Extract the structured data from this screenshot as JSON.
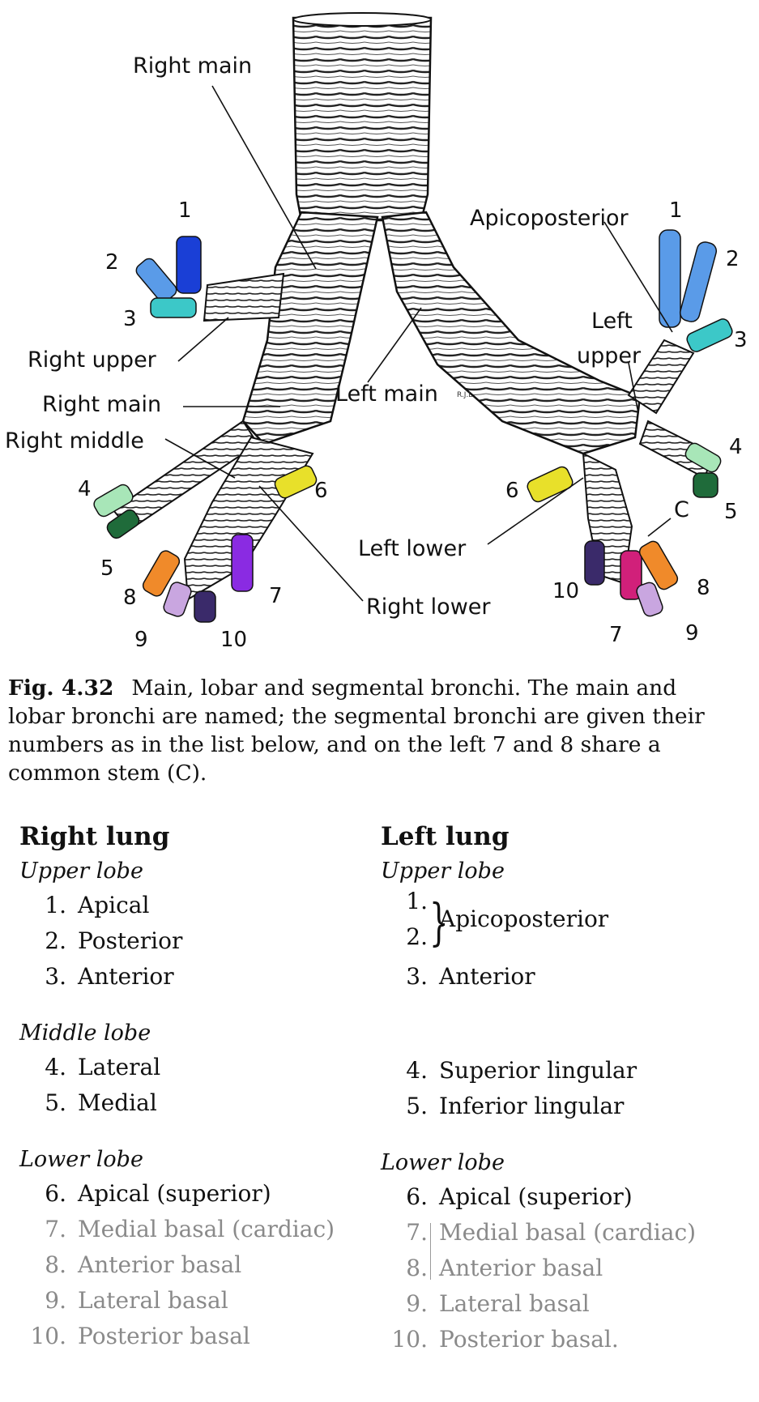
{
  "diagram": {
    "labels": {
      "right_main_top": "Right main",
      "right_upper": "Right upper",
      "right_main_mid": "Right main",
      "right_middle": "Right middle",
      "right_lower": "Right lower",
      "left_main": "Left main",
      "left_upper_1": "Left",
      "left_upper_2": "upper",
      "left_lower": "Left lower",
      "apicoposterior": "Apicoposterior",
      "common_stem": "C",
      "artist_initials": "R.J.L"
    },
    "right_numbers": [
      "1",
      "2",
      "3",
      "4",
      "5",
      "6",
      "7",
      "8",
      "9",
      "10"
    ],
    "left_numbers": [
      "1",
      "2",
      "3",
      "4",
      "5",
      "6",
      "7",
      "8",
      "9",
      "10"
    ],
    "segment_colors": {
      "s1": "#1a3fd6",
      "s2": "#5a9be8",
      "s3": "#3cc8c8",
      "s4": "#a8e6b8",
      "s5": "#1f6b3a",
      "s6": "#e8e02a",
      "s7": "#8a2be2",
      "s7_left": "#d1207a",
      "s8": "#f08a2a",
      "s9": "#c9a6e0",
      "s10": "#3a2a6a"
    }
  },
  "caption": {
    "fig": "Fig. 4.32",
    "text": "Main, lobar and segmental bronchi. The main and lobar bronchi are named; the segmental bronchi are given their numbers as in the list below, and on the left 7 and 8 share a common stem (C)."
  },
  "right_lung": {
    "title": "Right lung",
    "upper_lobe": "Upper lobe",
    "upper": [
      {
        "n": "1.",
        "name": "Apical"
      },
      {
        "n": "2.",
        "name": "Posterior"
      },
      {
        "n": "3.",
        "name": "Anterior"
      }
    ],
    "middle_lobe": "Middle lobe",
    "middle": [
      {
        "n": "4.",
        "name": "Lateral"
      },
      {
        "n": "5.",
        "name": "Medial"
      }
    ],
    "lower_lobe": "Lower lobe",
    "lower": [
      {
        "n": "6.",
        "name": "Apical (superior)"
      },
      {
        "n": "7.",
        "name": "Medial basal (cardiac)"
      },
      {
        "n": "8.",
        "name": "Anterior basal"
      },
      {
        "n": "9.",
        "name": "Lateral basal"
      },
      {
        "n": "10.",
        "name": "Posterior basal"
      }
    ]
  },
  "left_lung": {
    "title": "Left lung",
    "upper_lobe": "Upper lobe",
    "upper_bracket": {
      "n1": "1.",
      "n2": "2.",
      "name": "Apicoposterior"
    },
    "upper": [
      {
        "n": "3.",
        "name": "Anterior"
      },
      {
        "n": "4.",
        "name": "Superior lingular"
      },
      {
        "n": "5.",
        "name": "Inferior lingular"
      }
    ],
    "lower_lobe": "Lower lobe",
    "lower_first": {
      "n": "6.",
      "name": "Apical (superior)"
    },
    "lower_bracket": {
      "n1": "7.",
      "n2": "8.",
      "name1": "Medial basal (cardiac)",
      "name2": "Anterior basal"
    },
    "lower": [
      {
        "n": "9.",
        "name": "Lateral basal"
      },
      {
        "n": "10.",
        "name": "Posterior basal."
      }
    ]
  }
}
